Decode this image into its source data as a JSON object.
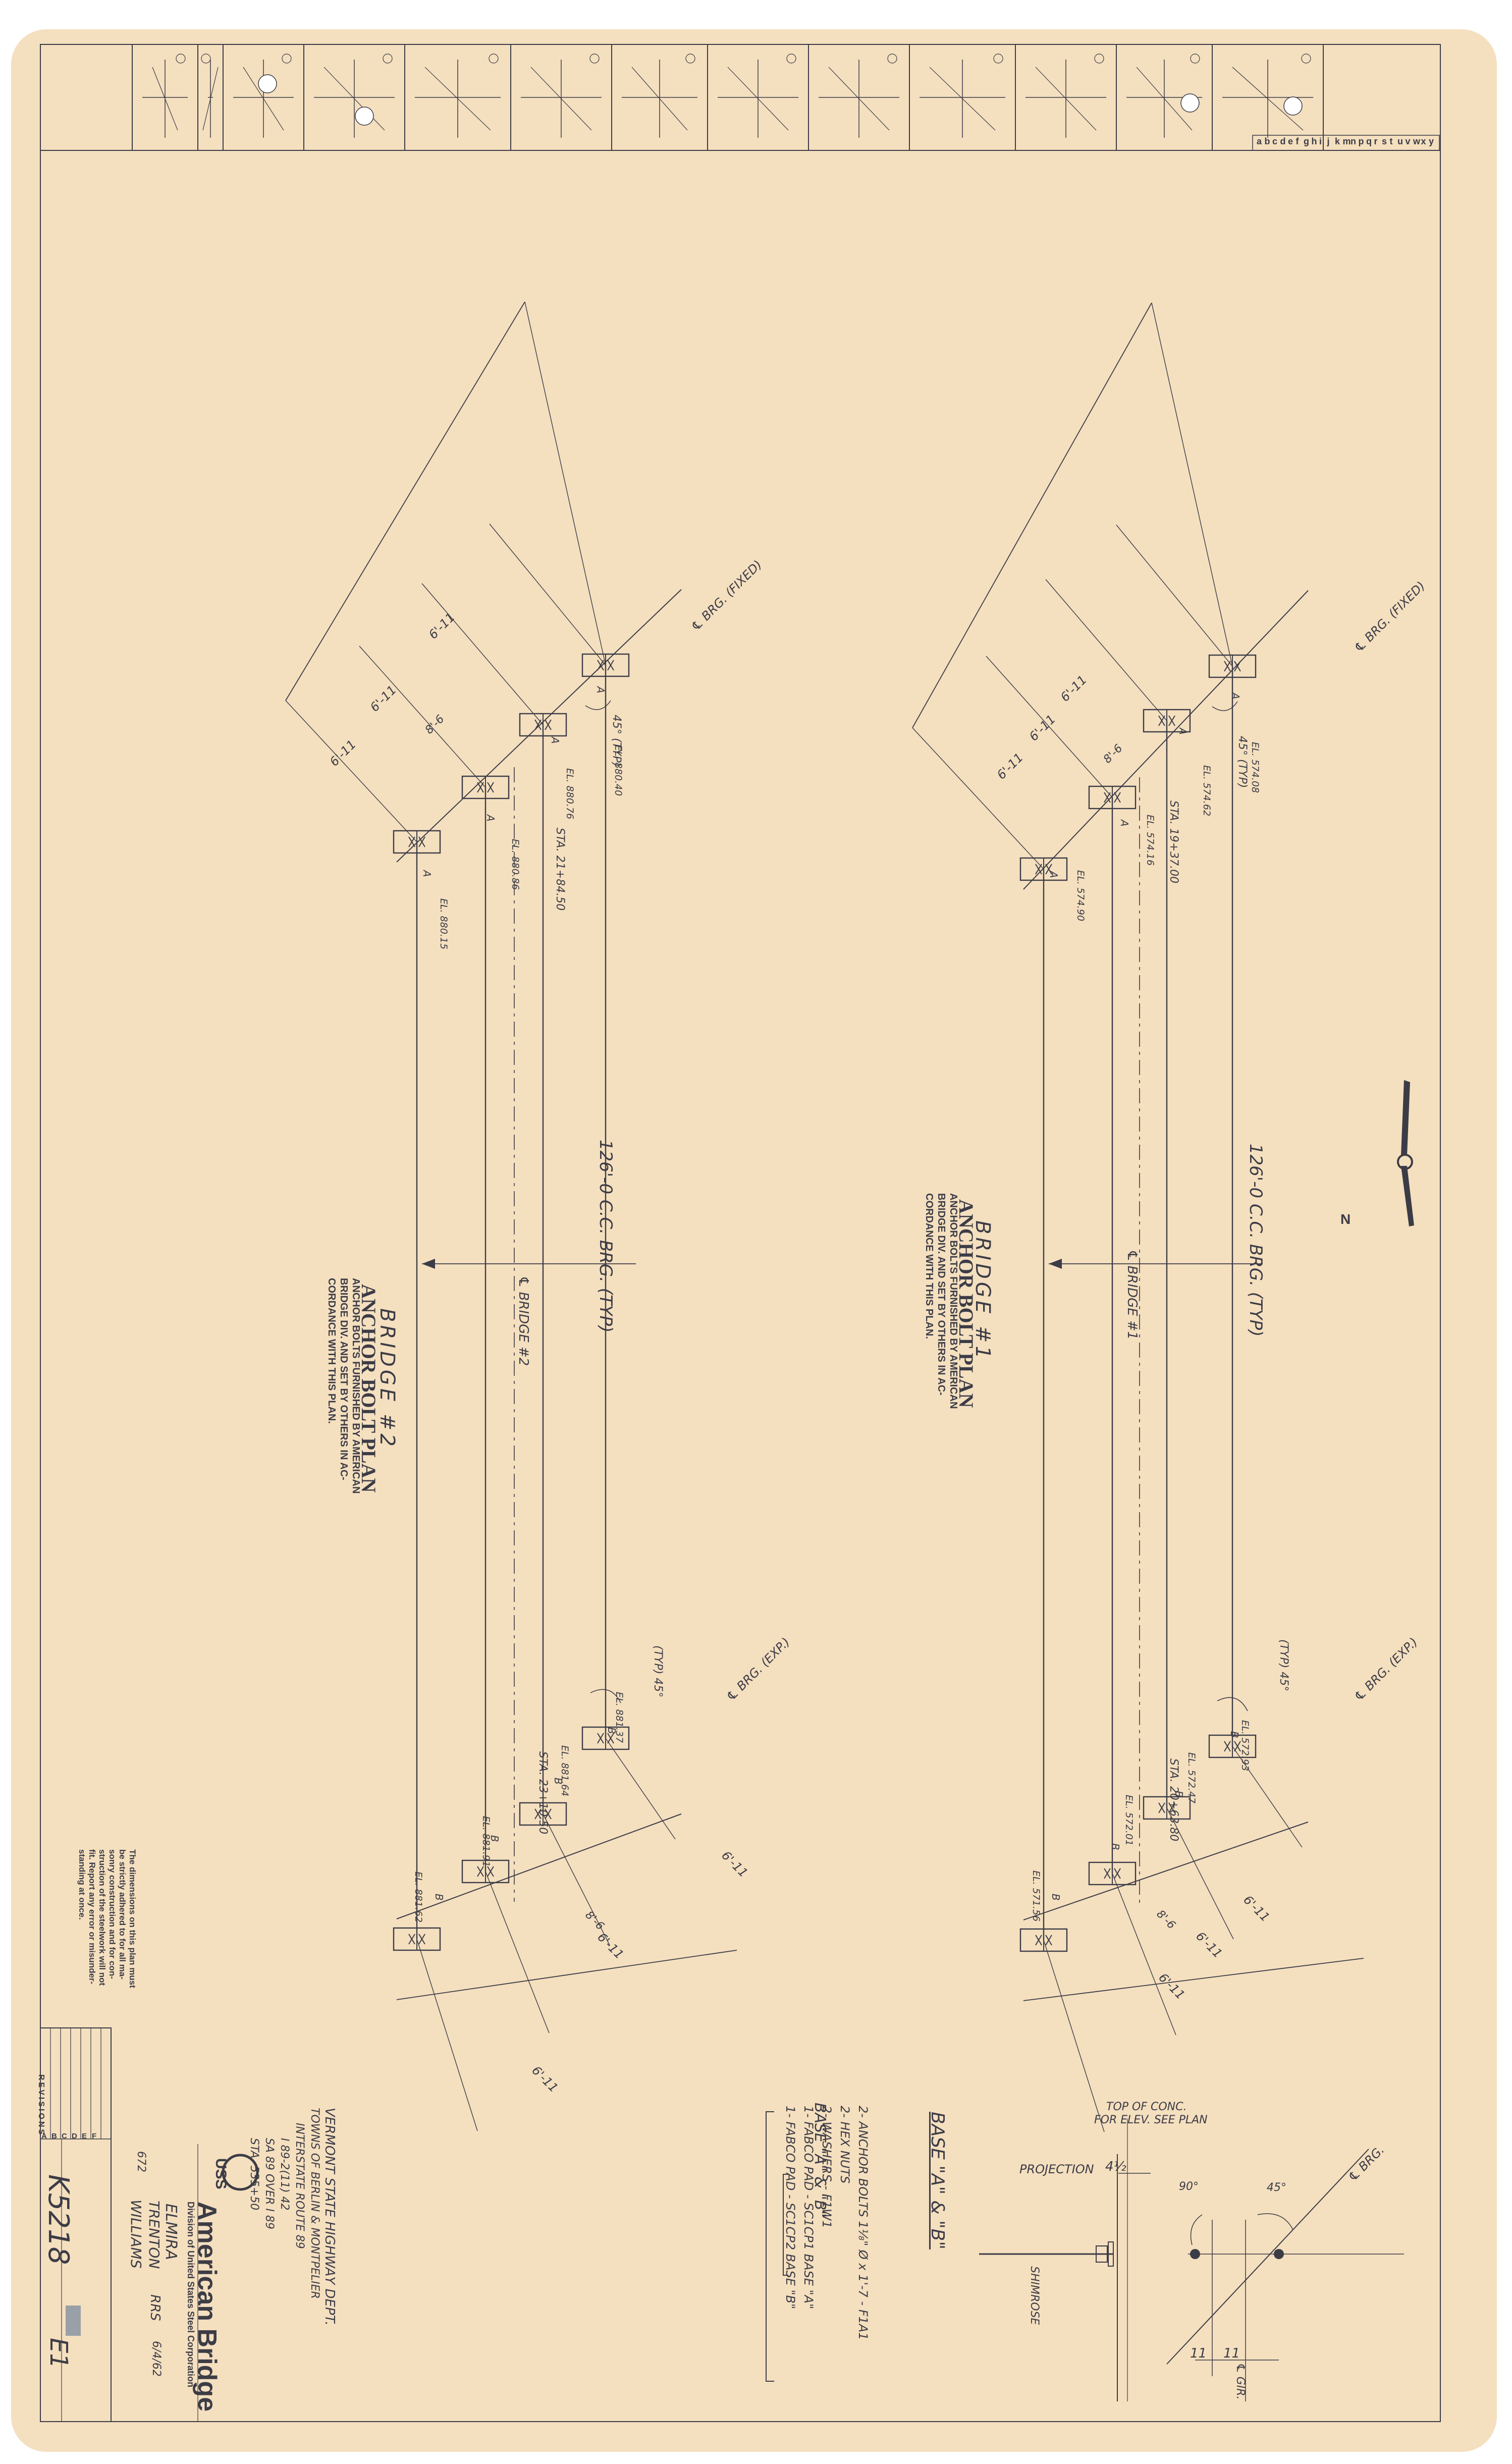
{
  "sheet": {
    "paper_color": "#f4dfbf",
    "line_color": "#3c3c46",
    "sheet_number": "K5218",
    "sheet_suffix": "E1"
  },
  "title_block": {
    "company": "American Bridge",
    "division": "Division of United States Steel Corporation",
    "logo_text": "USS",
    "project": [
      "VERMONT STATE HIGHWAY DEPT.",
      "TOWNS OF BERLIN & MONTPELIER",
      "INTERSTATE ROUTE 89",
      "I 89-2(11) 42",
      "SA 89 OVER I 89",
      "STA. 535+50"
    ],
    "location": "ELMIRA",
    "shop": "TRENTON",
    "drawn_by": "RRS",
    "date": "6/4/62",
    "checked_by": "WILLIAMS",
    "other": "672"
  },
  "revisions": {
    "label": "REVISIONS",
    "letters": [
      "A",
      "B",
      "C",
      "D",
      "E",
      "F"
    ]
  },
  "note": {
    "text": [
      "The dimensions on this plan must",
      "be strictly adhered to for all ma-",
      "sonry construction and for con-",
      "struction of the steelwork will not",
      "fit. Report any error or misunder-",
      "standing at once."
    ]
  },
  "top_strip": {
    "letters": [
      "a",
      "b",
      "c",
      "d",
      "e",
      "f",
      "g",
      "h",
      "i",
      "j",
      "k",
      "m",
      "n",
      "p",
      "q",
      "r",
      "s",
      "t",
      "u",
      "v",
      "w",
      "x",
      "y"
    ]
  },
  "bridge1": {
    "title": "BRIDGE #1",
    "plan_title": "ANCHOR BOLT PLAN",
    "plan_note": [
      "ANCHOR BOLTS FURNISHED BY AMERICAN",
      "BRIDGE DIV. AND SET BY OTHERS IN AC-",
      "CORDANCE WITH THIS PLAN."
    ],
    "span": "126'-0 C.C. BRG. (TYP)",
    "centerline": "℄ BRIDGE #1",
    "brg_fixed": "℄ BRG. (FIXED)",
    "brg_exp": "℄ BRG. (EXP.)",
    "station": "STA. 19+37.00",
    "station_exp": "STA. 20+63.80",
    "skew": "45° (TYP)",
    "skew_exp": "(TYP) 45°",
    "elev_fixed": [
      "EL. 574.08",
      "EL. 574.62",
      "EL. 574.16",
      "EL. 574.90"
    ],
    "elev_exp": [
      "EL. 572.93",
      "EL. 572.47",
      "EL. 572.01",
      "EL. 571.56"
    ],
    "dims": [
      "6'-11",
      "6'-11",
      "8'-6",
      "6'-11"
    ]
  },
  "bridge2": {
    "title": "BRIDGE #2",
    "plan_title": "ANCHOR BOLT PLAN",
    "plan_note": [
      "ANCHOR BOLTS FURNISHED BY AMERICAN",
      "BRIDGE DIV. AND SET BY OTHERS IN AC-",
      "CORDANCE WITH THIS PLAN."
    ],
    "span": "126'-0 C.C. BRG. (TYP)",
    "centerline": "℄ BRIDGE #2",
    "brg_fixed": "℄ BRG. (FIXED)",
    "brg_exp": "℄ BRG. (EXP.)",
    "station": "STA. 21+84.50",
    "station_exp": "STA. 23+10.50",
    "skew": "45° (TYP)",
    "skew_exp": "(TYP) 45°",
    "elev_fixed": [
      "EL. 880.40",
      "EL. 880.76",
      "EL. 880.86",
      "EL. 880.15"
    ],
    "elev_exp": [
      "EL. 881.37",
      "EL. 881.64",
      "EL. 881.91",
      "EL. 881.62"
    ],
    "dims": [
      "6'-11",
      "6'-11",
      "8'-6",
      "6'-11"
    ]
  },
  "bearing_letters": {
    "fixed": "A",
    "exp": "B"
  },
  "bill": {
    "label": "BASE \"A\" & \"B\"",
    "items": [
      "2- ANCHOR BOLTS 1⅛\" Ø x 1'-7 - F1A1",
      "2- HEX NUTS",
      "2- WASHERS - F1W1",
      "1- FABCO PAD - SC1CP1 BASE \"A\"",
      "1- FABCO PAD - SC1CP2 BASE \"B\""
    ]
  },
  "detail": {
    "title": "BASE \"A\" & \"B\"",
    "top_of_conc": "TOP OF CONC.",
    "for_elev": "FOR ELEV. SEE PLAN",
    "projection": "PROJECTION",
    "projection_value": "4½",
    "angle_left": "90°",
    "angle_right": "45°",
    "brg": "℄ BRG.",
    "gir": "℄ GIR.",
    "dim_a": "11",
    "dim_b": "11",
    "shim": "SHIMROSE"
  },
  "north": {
    "label": "N"
  }
}
